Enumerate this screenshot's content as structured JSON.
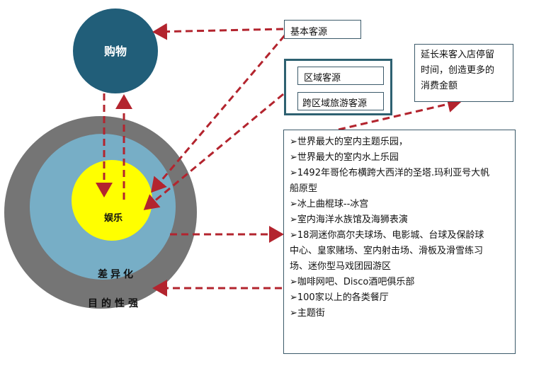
{
  "diagram": {
    "shopping_label": "购物",
    "entertainment_label": "娱乐",
    "differentiation_label": "差异化",
    "destination_label": "目的性强",
    "basic_source": "基本客源",
    "regional_source": "区域客源",
    "cross_regional_source": "跨区域旅游客源",
    "note_lines": [
      "延长来客入店停留",
      "时间，创造更多的",
      "消费金额"
    ],
    "features": [
      "➢世界最大的室内主题乐园，",
      "➢世界最大的室内水上乐园",
      "➢1492年哥伦布横跨大西洋的圣塔.玛利亚号大帆",
      "船原型",
      "➢冰上曲棍球--冰宫",
      "➢室内海洋水族馆及海狮表演",
      "➢18洞迷你高尔夫球场、电影城、台球及保龄球",
      "中心、皇家赌场、室内射击场、滑板及滑雪练习",
      "场、迷你型马戏团园游区",
      "➢咖啡网吧、Disco酒吧俱乐部",
      "➢100家以上的各类餐厅",
      "➢主题街"
    ],
    "colors": {
      "outer_ring": "#757575",
      "middle_ring": "#77aec6",
      "inner_circle": "#ffff00",
      "shopping_circle": "#215e79",
      "arrow": "#b3242e",
      "box_border": "#2e6171"
    }
  }
}
